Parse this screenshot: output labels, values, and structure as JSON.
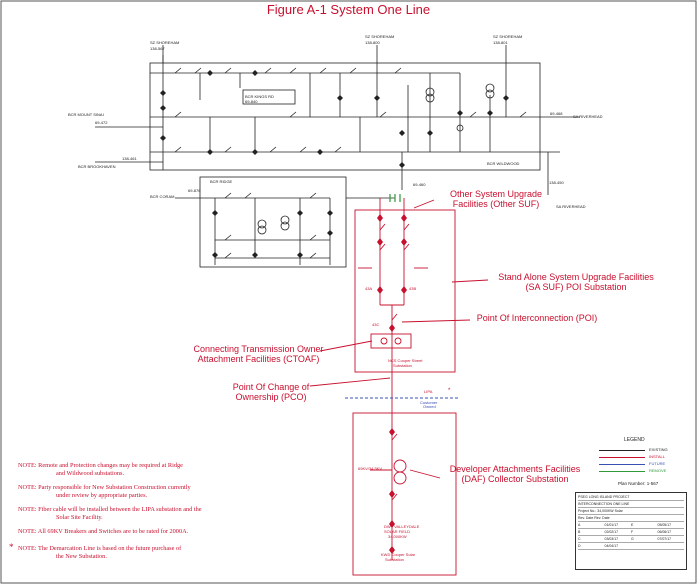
{
  "title": "Figure A-1 System One Line",
  "stations": {
    "shoreham_top_left": "SZ SHOREHAM",
    "shoreham_top_left_id": "138-567",
    "shoreham_mid": "SZ SHOREHAM",
    "shoreham_mid_id": "138-800",
    "shoreham_right": "SZ SHOREHAM",
    "shoreham_right_id": "138-801",
    "mount_sinai": "BCR MOUNT SINAI",
    "mount_sinai_id": "69-472",
    "brookhaven": "BCR BROOKHAVEN",
    "brookhaven_id": "138-461",
    "riverhead_right": "SA RIVERHEAD",
    "riverhead_right_id": "69-468",
    "wildwood": "BCR WILDWOOD",
    "riverhead_lower": "SA RIVERHEAD",
    "riverhead_lower_id": "138-450",
    "coram": "BCR CORAM",
    "coram_id": "69-876",
    "ridge": "BCR RIDGE",
    "ridge_id": "69-460",
    "kings_rd": "BCR KINGS RD",
    "kings_rd_id": "69-840"
  },
  "callouts": {
    "other_suf": "Other System Upgrade\nFacilities (Other SUF)",
    "sa_suf": "Stand Alone System Upgrade Facilities\n(SA SUF) POI Substation",
    "poi": "Point Of Interconnection (POI)",
    "ctoaf": "Connecting Transmission Owner\nAttachment Facilities (CTOAF)",
    "pco": "Point Of Change of\nOwnership (PCO)",
    "daf": "Developer Attachments Facilities\n(DAF) Collector Substation"
  },
  "substations": {
    "poi_sub": "NCS Cooper Street\nSubstation",
    "collector_sub": "KWD Cooper Solar\nSubstation",
    "solar_label": "DWT VALLEYDALE\nSOLAR FIELD\n34,000KW",
    "lipa_label": "LIPA",
    "customer_label": "Customer\nOwned"
  },
  "notes": [
    {
      "lead": "NOTE:",
      "text": "Remote and Protection changes may be required at Ridge",
      "cont": "and Wildwood substations."
    },
    {
      "lead": "NOTE:",
      "text": "Party responsible for New Substation Construction currently",
      "cont": "under review by appropriate parties."
    },
    {
      "lead": "NOTE:",
      "text": "Fiber cable will be installed between the LIPA substation and the",
      "cont": "Solar Site Facility."
    },
    {
      "lead": "NOTE:",
      "text": "All 69KV Breakers and Switches are to be rated for 2000A.",
      "cont": ""
    },
    {
      "lead": "NOTE:",
      "text": "The Demarcation Line is based on the future purchase of",
      "cont": "the New Substation."
    }
  ],
  "legend": {
    "heading": "LEGEND",
    "items": [
      {
        "label": "EXISTING",
        "color": "#222222"
      },
      {
        "label": "INSTALL",
        "color": "#c8102e"
      },
      {
        "label": "FUTURE",
        "color": "#3a4fb5"
      },
      {
        "label": "REMOVE",
        "color": "#2e9a3a"
      }
    ]
  },
  "plan_number": "Plan Number: 1-567",
  "title_block": {
    "rows": [
      "PSEG LONG ISLAND PROJECT",
      "INTERCONNECTION ONE LINE",
      "Project No.: 34,000KW Solar",
      "Rev.   Date   Rev.   Date"
    ],
    "revisions": [
      [
        "A",
        "01/01/17",
        "E",
        "05/05/17"
      ],
      [
        "B",
        "02/02/17",
        "F",
        "06/06/17"
      ],
      [
        "C",
        "03/03/17",
        "G",
        "07/07/17"
      ],
      [
        "D",
        "04/04/17",
        "",
        ""
      ]
    ]
  },
  "colors": {
    "install": "#c8102e",
    "existing": "#222222",
    "future": "#3a4fb5",
    "remove": "#2e9a3a"
  }
}
